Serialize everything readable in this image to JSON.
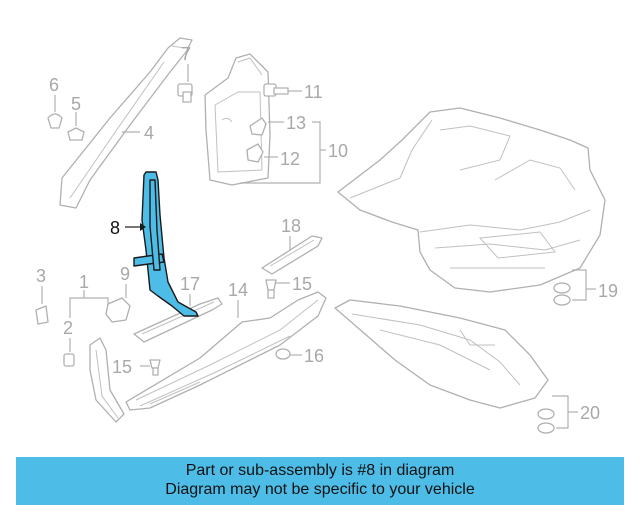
{
  "diagram": {
    "highlighted_part": "8",
    "callouts": [
      "1",
      "2",
      "3",
      "4",
      "5",
      "6",
      "7",
      "8",
      "9",
      "10",
      "11",
      "12",
      "13",
      "14",
      "15",
      "15",
      "16",
      "17",
      "18",
      "19",
      "20"
    ]
  },
  "banner": {
    "line1": "Part or sub-assembly is #8 in diagram",
    "line2": "Diagram may not be specific to your vehicle"
  },
  "colors": {
    "highlight": "#4dbde8",
    "line_art": "#b0b0b0",
    "callout_text": "#a8a8a8"
  }
}
